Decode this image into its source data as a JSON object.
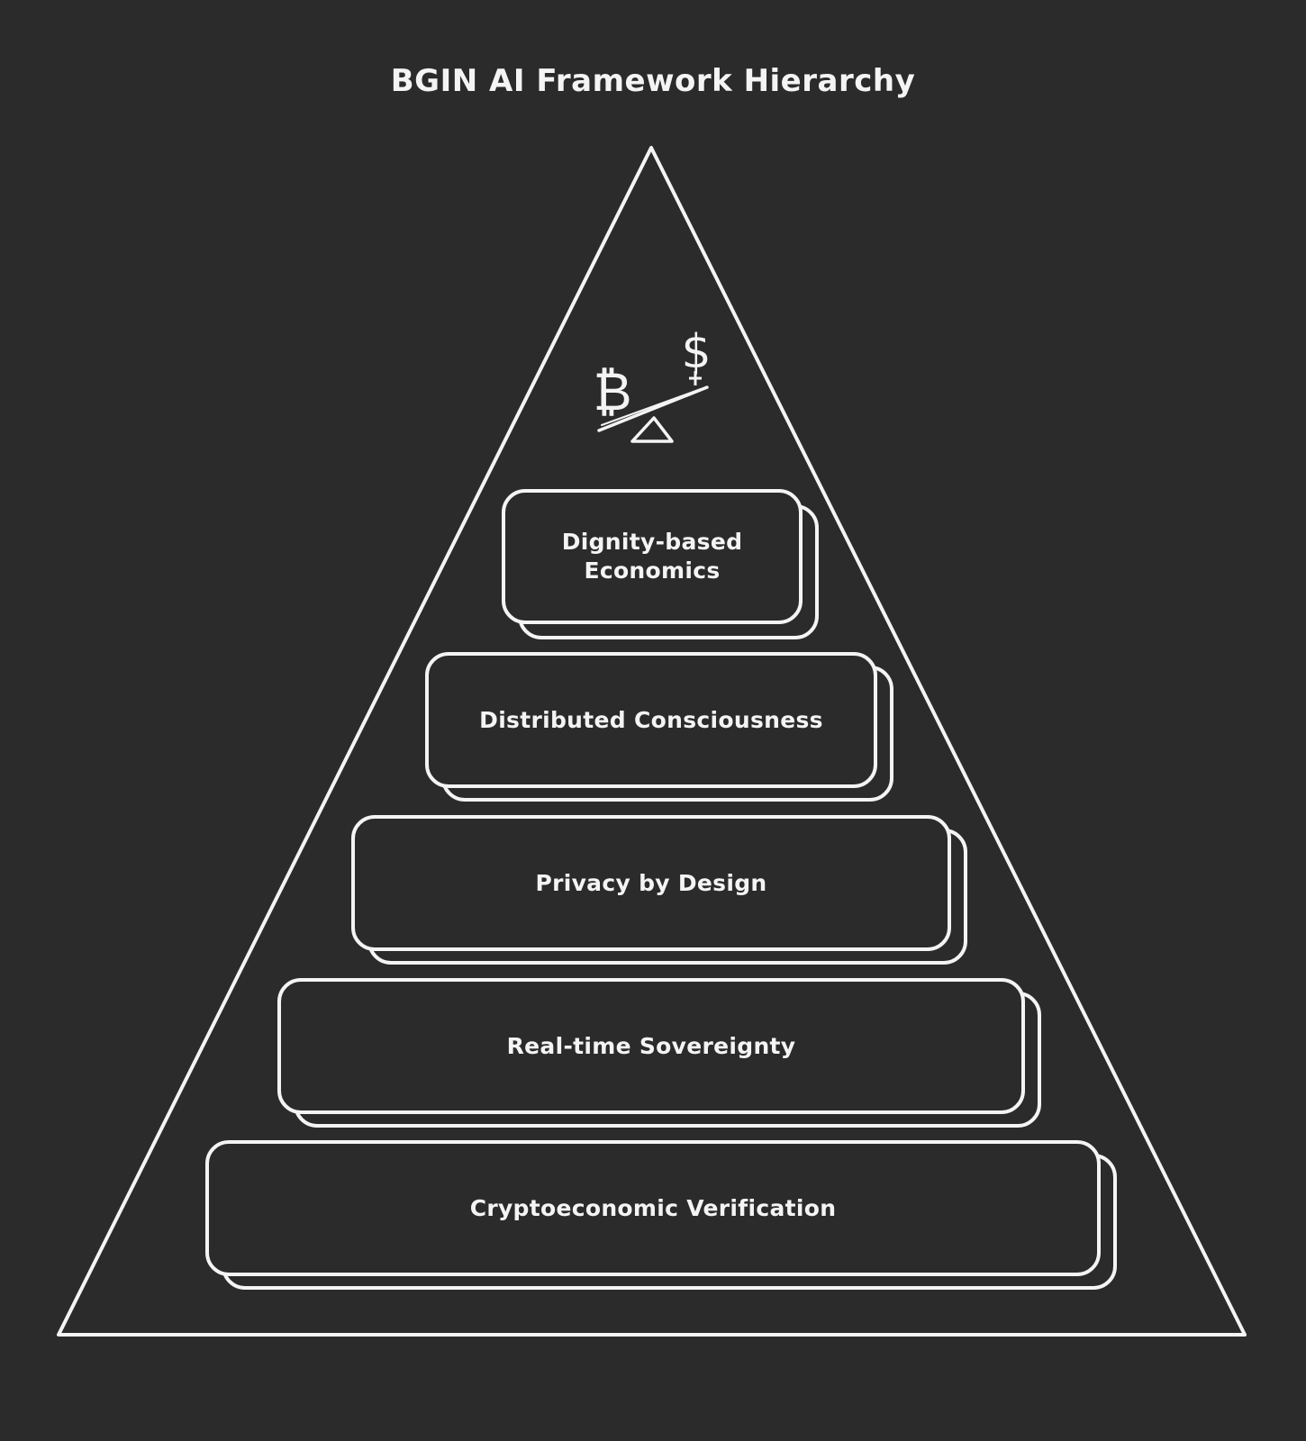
{
  "diagram": {
    "title": "BGIN AI Framework Hierarchy",
    "apex_icon": {
      "name": "balance-scale-bitcoin-dollar-icon",
      "left_symbol": "₿",
      "right_symbol": "$"
    },
    "tiers": [
      {
        "label_line1": "Dignity-based",
        "label_line2": "Economics"
      },
      {
        "label_line1": "Distributed Consciousness",
        "label_line2": ""
      },
      {
        "label_line1": "Privacy by Design",
        "label_line2": ""
      },
      {
        "label_line1": "Real-time Sovereignty",
        "label_line2": ""
      },
      {
        "label_line1": "Cryptoeconomic Verification",
        "label_line2": ""
      }
    ],
    "colors": {
      "background": "#2b2b2b",
      "stroke": "#f4f4f4",
      "text": "#f4f4f4"
    }
  }
}
